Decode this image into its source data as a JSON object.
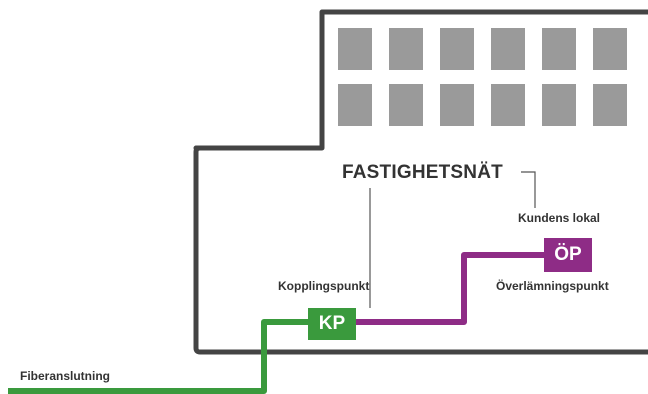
{
  "labels": {
    "title": "FASTIGHETSNÄT",
    "kp_box": "KP",
    "kp_caption": "Kopplingspunkt",
    "op_box": "ÖP",
    "kunden_caption": "Kundens lokal",
    "op_caption": "Överlämningspunkt",
    "fiber_caption": "Fiberanslutning"
  },
  "colors": {
    "green": "#3a9a3d",
    "purple": "#8e2c86",
    "building_outline": "#444444",
    "window": "#9a9a9a",
    "leader_line": "#555555",
    "text": "#333333"
  }
}
